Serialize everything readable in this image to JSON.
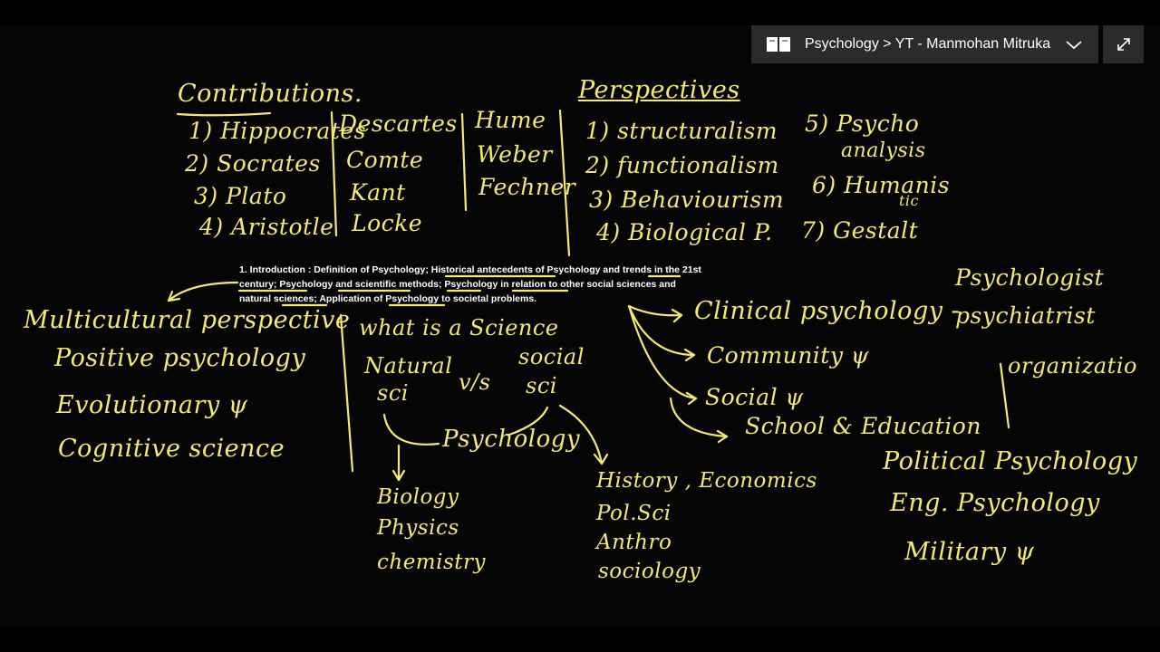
{
  "notebook": {
    "breadcrumb": "Psychology > YT - Manmohan Mitruka"
  },
  "contributions": {
    "heading": "Contributions.",
    "col1": [
      "1) Hippocrates",
      "2) Socrates",
      "3) Plato",
      "4) Aristotle"
    ],
    "col2": [
      "Descartes",
      "Comte",
      "Kant",
      "Locke"
    ],
    "col3": [
      "Hume",
      "Weber",
      "Fechner"
    ]
  },
  "perspectives": {
    "heading": "Perspectives",
    "left": [
      "1) structuralism",
      "2) functionalism",
      "3) Behaviourism",
      "4) Biological P."
    ],
    "right": [
      "5) Psycho",
      "analysis",
      "6) Humanis",
      "tic",
      "7) Gestalt"
    ]
  },
  "syllabus": {
    "text": "1. Introduction : Definition of Psychology; Historical antecedents of Psychology and trends in the 21st century; Psychology and scientific methods; Psychology in relation to other social sciences and natural sciences; Application of Psychology to societal problems."
  },
  "trends": [
    "Multicultural perspective",
    "Positive psychology",
    "Evolutionary ψ",
    "Cognitive science"
  ],
  "science": {
    "question": "what is a Science",
    "natural": [
      "Natural",
      "sci"
    ],
    "vs": "v/s",
    "social": [
      "social",
      "sci"
    ],
    "psychology": "Psychology",
    "natural_list": [
      "Biology",
      "Physics",
      "chemistry"
    ],
    "social_list": [
      "History , Economics",
      "Pol.Sci",
      "Anthro",
      "sociology"
    ]
  },
  "applications": {
    "clinical": "Clinical psychology -",
    "psychologist": "Psychologist",
    "psychiatrist": "psychiatrist",
    "community": "Community ψ",
    "social": "Social ψ",
    "school": "School & Education",
    "organization": "organizatio",
    "others": [
      "Political Psychology",
      "Eng. Psychology",
      "Military ψ"
    ]
  },
  "colors": {
    "ink": "#f4ea6f",
    "board": "#050505",
    "titlebar": "#2b2b2b"
  }
}
